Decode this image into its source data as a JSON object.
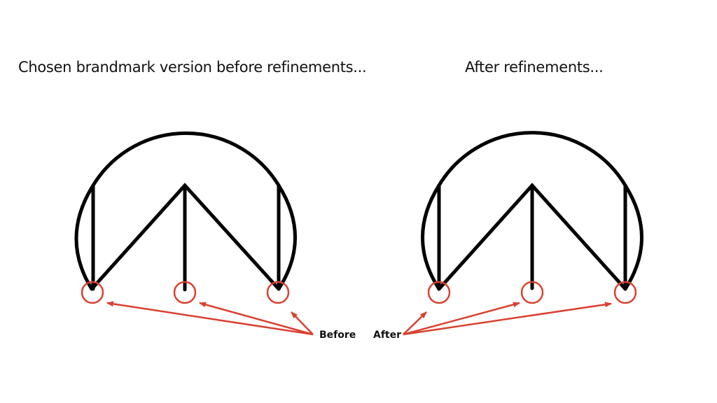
{
  "headings": {
    "left": "Chosen brandmark version before refinements...",
    "right": "After refinements..."
  },
  "labels": {
    "before": "Before",
    "after": "After"
  },
  "colors": {
    "mark": "#000000",
    "annotation": "#d9412f"
  }
}
